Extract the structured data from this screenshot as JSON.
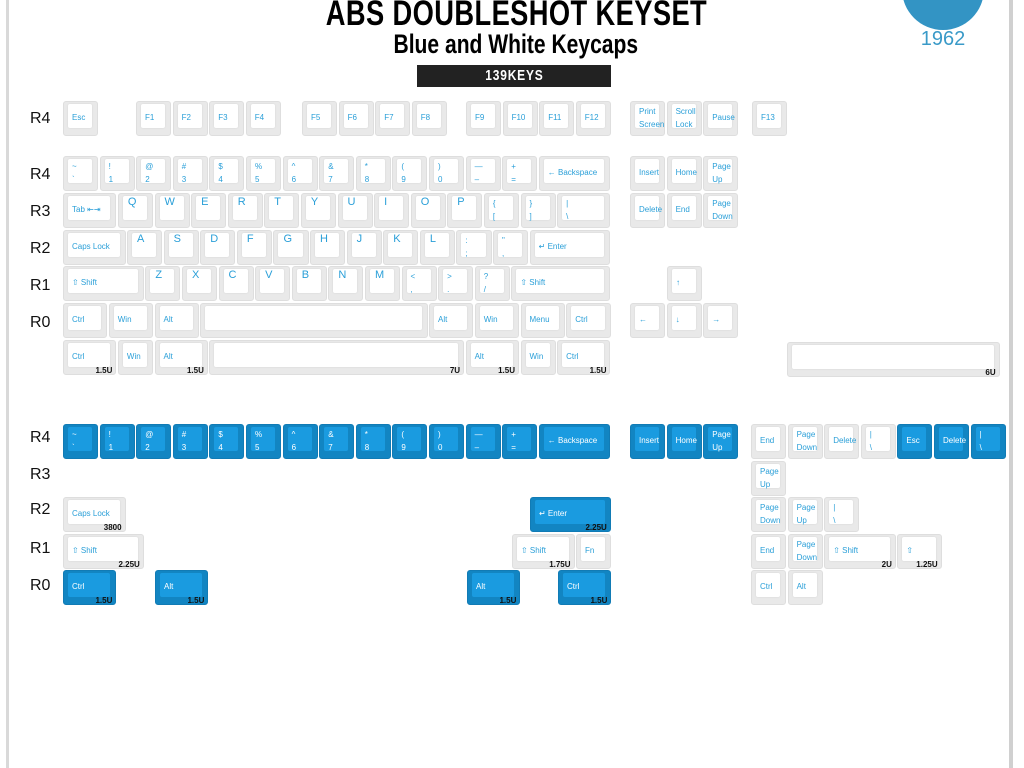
{
  "header": {
    "title": "ABS DOUBLESHOT KEYSET",
    "subtitle": "Blue and White Keycaps",
    "badge": "139KEYS",
    "year": "1962"
  },
  "colors": {
    "accent": "#1a9be0",
    "legend": "#2a9fd8",
    "circle": "#3394c4"
  },
  "row_labels": [
    "R4",
    "R4",
    "R3",
    "R2",
    "R1",
    "R0",
    "R4",
    "R3",
    "R2",
    "R1",
    "R0"
  ],
  "key_groups": {
    "fn_esc": [
      {
        "l": "Esc"
      }
    ],
    "fn_a": [
      {
        "l": "F1"
      },
      {
        "l": "F2"
      },
      {
        "l": "F3"
      },
      {
        "l": "F4"
      }
    ],
    "fn_b": [
      {
        "l": "F5"
      },
      {
        "l": "F6"
      },
      {
        "l": "F7"
      },
      {
        "l": "F8"
      }
    ],
    "fn_c": [
      {
        "l": "F9"
      },
      {
        "l": "F10"
      },
      {
        "l": "F11"
      },
      {
        "l": "F12"
      }
    ],
    "sys": [
      {
        "t": "Print",
        "b": "Screen"
      },
      {
        "t": "Scroll",
        "b": "Lock"
      },
      {
        "l": "Pause"
      }
    ],
    "f13": [
      {
        "l": "F13"
      }
    ],
    "w_r4": [
      {
        "t": "~",
        "b": "`"
      },
      {
        "t": "!",
        "b": "1"
      },
      {
        "t": "@",
        "b": "2"
      },
      {
        "t": "#",
        "b": "3"
      },
      {
        "t": "$",
        "b": "4"
      },
      {
        "t": "%",
        "b": "5"
      },
      {
        "t": "^",
        "b": "6"
      },
      {
        "t": "&",
        "b": "7"
      },
      {
        "t": "*",
        "b": "8"
      },
      {
        "t": "(",
        "b": "9"
      },
      {
        "t": ")",
        "b": "0"
      },
      {
        "t": "—",
        "b": "–"
      },
      {
        "t": "+",
        "b": "="
      },
      {
        "l": "← Backspace"
      }
    ],
    "w_r3": [
      {
        "l": "Tab ⇤⇥"
      },
      {
        "a": "Q"
      },
      {
        "a": "W"
      },
      {
        "a": "E"
      },
      {
        "a": "R"
      },
      {
        "a": "T"
      },
      {
        "a": "Y"
      },
      {
        "a": "U"
      },
      {
        "a": "I"
      },
      {
        "a": "O"
      },
      {
        "a": "P"
      },
      {
        "t": "{",
        "b": "["
      },
      {
        "t": "}",
        "b": "]"
      },
      {
        "t": "|",
        "b": "\\"
      }
    ],
    "w_r2": [
      {
        "l": "Caps Lock"
      },
      {
        "a": "A"
      },
      {
        "a": "S"
      },
      {
        "a": "D"
      },
      {
        "a": "F"
      },
      {
        "a": "G"
      },
      {
        "a": "H"
      },
      {
        "a": "J"
      },
      {
        "a": "K"
      },
      {
        "a": "L"
      },
      {
        "t": ":",
        "b": ";"
      },
      {
        "t": "\"",
        "b": ","
      },
      {
        "l": "↵ Enter"
      }
    ],
    "w_r1": [
      {
        "l": "⇧ Shift"
      },
      {
        "a": "Z"
      },
      {
        "a": "X"
      },
      {
        "a": "C"
      },
      {
        "a": "V"
      },
      {
        "a": "B"
      },
      {
        "a": "N"
      },
      {
        "a": "M"
      },
      {
        "t": "<",
        "b": ","
      },
      {
        "t": ">",
        "b": "."
      },
      {
        "t": "?",
        "b": "/"
      },
      {
        "l": "⇧ Shift"
      }
    ],
    "w_r0": [
      {
        "l": "Ctrl"
      },
      {
        "l": "Win"
      },
      {
        "l": "Alt"
      },
      {
        "l": ""
      },
      {
        "l": "Alt"
      },
      {
        "l": "Win"
      },
      {
        "l": "Menu"
      },
      {
        "l": "Ctrl"
      }
    ],
    "w_r0b": [
      {
        "l": "Ctrl",
        "size": "1.5U"
      },
      {
        "l": "Win"
      },
      {
        "l": "Alt",
        "size": "1.5U"
      },
      {
        "l": "",
        "size": "7U"
      },
      {
        "l": "Alt",
        "size": "1.5U"
      },
      {
        "l": "Win"
      },
      {
        "l": "Ctrl",
        "size": "1.5U"
      }
    ],
    "nav1": [
      {
        "l": "Insert"
      },
      {
        "l": "Home"
      },
      {
        "t": "Page",
        "b": "Up"
      }
    ],
    "nav2": [
      {
        "l": "Delete"
      },
      {
        "l": "End"
      },
      {
        "t": "Page",
        "b": "Down"
      }
    ],
    "arrow_up": [
      {
        "l": "↑"
      }
    ],
    "arrows": [
      {
        "l": "←"
      },
      {
        "l": "↓"
      },
      {
        "l": "→"
      }
    ],
    "space6": [
      {
        "l": "",
        "size": "6U"
      }
    ],
    "b_r4": [
      {
        "t": "~",
        "b": "`",
        "blue": true
      },
      {
        "t": "!",
        "b": "1",
        "blue": true
      },
      {
        "t": "@",
        "b": "2",
        "blue": true
      },
      {
        "t": "#",
        "b": "3",
        "blue": true
      },
      {
        "t": "$",
        "b": "4",
        "blue": true
      },
      {
        "t": "%",
        "b": "5",
        "blue": true
      },
      {
        "t": "^",
        "b": "6",
        "blue": true
      },
      {
        "t": "&",
        "b": "7",
        "blue": true
      },
      {
        "t": "*",
        "b": "8",
        "blue": true
      },
      {
        "t": "(",
        "b": "9",
        "blue": true
      },
      {
        "t": ")",
        "b": "0",
        "blue": true
      },
      {
        "t": "—",
        "b": "–",
        "blue": true
      },
      {
        "t": "+",
        "b": "=",
        "blue": true
      },
      {
        "l": "← Backspace",
        "blue": true
      }
    ],
    "b_nav": [
      {
        "l": "Insert",
        "blue": true
      },
      {
        "l": "Home",
        "blue": true
      },
      {
        "t": "Page",
        "b": "Up",
        "blue": true
      }
    ],
    "b_caps": [
      {
        "l": "Caps Lock",
        "size": "3800"
      }
    ],
    "b_enter": [
      {
        "l": "↵ Enter",
        "size": "2.25U",
        "blue": true
      }
    ],
    "b_lshift": [
      {
        "l": "⇧ Shift",
        "size": "2.25U"
      }
    ],
    "b_rshift": [
      {
        "l": "⇧ Shift",
        "size": "1.75U"
      },
      {
        "l": "Fn"
      }
    ],
    "b_ctrl": [
      {
        "l": "Ctrl",
        "size": "1.5U",
        "blue": true
      }
    ],
    "b_alt": [
      {
        "l": "Alt",
        "size": "1.5U",
        "blue": true
      }
    ],
    "b_ralt": [
      {
        "l": "Alt",
        "size": "1.5U",
        "blue": true
      }
    ],
    "b_rctrl": [
      {
        "l": "Ctrl",
        "size": "1.5U",
        "blue": true
      }
    ],
    "x_r1": [
      {
        "l": "End"
      },
      {
        "t": "Page",
        "b": "Down"
      },
      {
        "l": "Delete"
      },
      {
        "t": "|",
        "b": "\\"
      },
      {
        "l": "Esc",
        "blue": true
      },
      {
        "l": "Delete",
        "blue": true
      },
      {
        "t": "|",
        "b": "\\",
        "blue": true
      }
    ],
    "x_r2": [
      {
        "t": "Page",
        "b": "Up"
      }
    ],
    "x_r3": [
      {
        "t": "Page",
        "b": "Down"
      },
      {
        "t": "Page",
        "b": "Up"
      },
      {
        "t": "|",
        "b": "\\"
      }
    ],
    "x_r4": [
      {
        "l": "End"
      },
      {
        "t": "Page",
        "b": "Down"
      },
      {
        "l": "⇧ Shift",
        "size": "2U"
      },
      {
        "l": "⇧",
        "size": "1.25U"
      }
    ],
    "x_r5": [
      {
        "l": "Ctrl"
      },
      {
        "l": "Alt"
      }
    ]
  }
}
